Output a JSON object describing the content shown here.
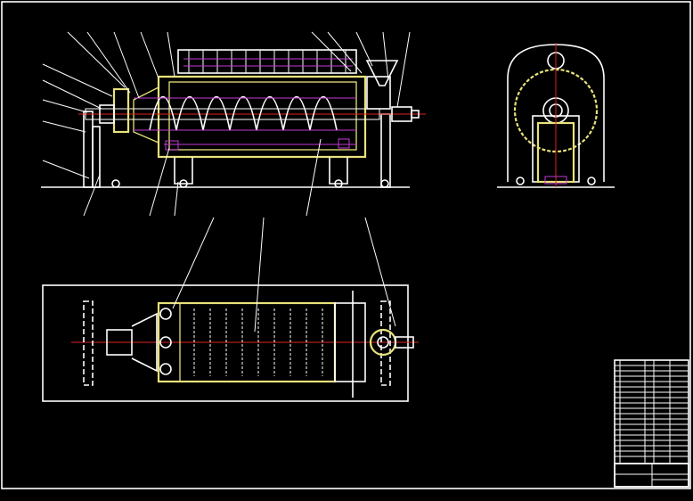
{
  "colors": {
    "background": "#000000",
    "line": "#ffffff",
    "housing": "#e8e27a",
    "centerline": "#e02020",
    "screw": "#c43ad6"
  },
  "views": [
    "front-elevation",
    "side-elevation",
    "plan-view",
    "title-block"
  ]
}
